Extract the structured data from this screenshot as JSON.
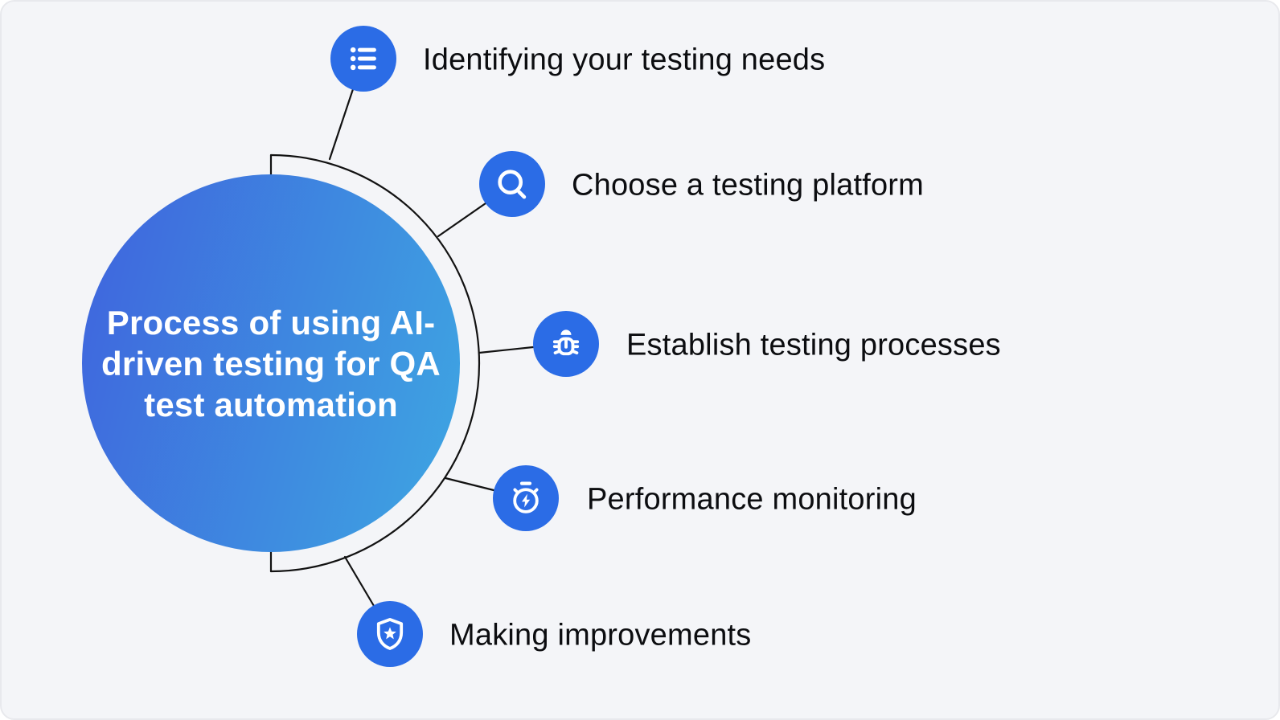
{
  "canvas": {
    "background_color": "#f4f5f8",
    "border_color": "#e8e9ed"
  },
  "center": {
    "title": "Process of using AI-driven testing for QA test automation",
    "lines": [
      "Process of using AI-",
      "driven testing for QA",
      "test automation"
    ],
    "gradient_start": "#3f63dd",
    "gradient_end": "#3ea7e2",
    "text_color": "#ffffff"
  },
  "steps": [
    {
      "label": "Identifying your testing needs",
      "icon": "list-icon"
    },
    {
      "label": "Choose a testing platform",
      "icon": "search-icon"
    },
    {
      "label": "Establish testing processes",
      "icon": "bug-icon"
    },
    {
      "label": "Performance monitoring",
      "icon": "stopwatch-icon"
    },
    {
      "label": "Making improvements",
      "icon": "shield-star-icon"
    }
  ],
  "colors": {
    "node_circle": "#2b6ce6",
    "connector_line": "#121212",
    "label_text": "#0c0d10"
  }
}
